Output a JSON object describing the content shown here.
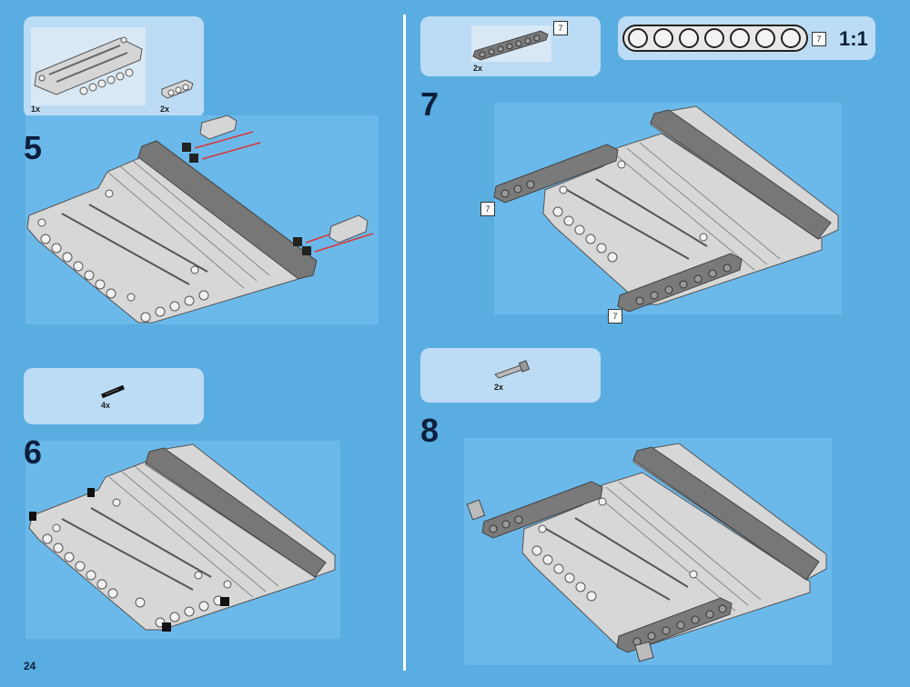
{
  "page_number": "24",
  "parts_step5": {
    "qty_plate": "1x",
    "qty_beam": "2x"
  },
  "step5": {
    "number": "5"
  },
  "parts_step6": {
    "qty_pin": "4x"
  },
  "step6": {
    "number": "6"
  },
  "parts_step7": {
    "qty_beam": "2x",
    "beam_length": "7"
  },
  "scale_reference": {
    "ratio": "1:1",
    "beam_length": "7"
  },
  "step7": {
    "number": "7",
    "callout_left": "7",
    "callout_bottom": "7"
  },
  "parts_step8": {
    "qty_axle_pin": "2x"
  },
  "step8": {
    "number": "8"
  },
  "colors": {
    "background": "#5aade0",
    "parts_box": "#bcdcf5",
    "step_box": "#6bb9ea",
    "light_gray": "#d5d5d5",
    "dark_gray": "#6f6f6f"
  }
}
